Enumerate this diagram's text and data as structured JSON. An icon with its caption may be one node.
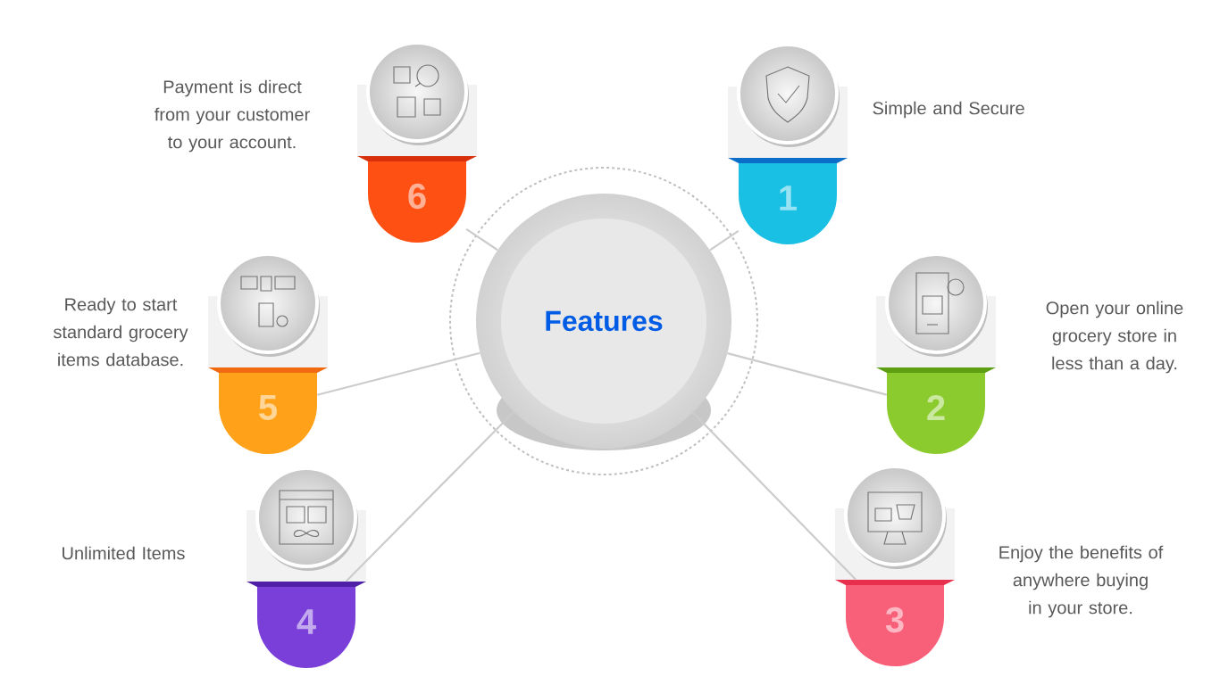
{
  "diagram": {
    "nodes": [
      {
        "text": [
          "Features"
        ]
      },
      {
        "text": [
          "1"
        ],
        "beside": [
          "Simple and Secure"
        ]
      },
      {
        "text": [
          "2"
        ],
        "beside": [
          "Open your online grocery store in less than a day."
        ]
      },
      {
        "text": [
          "3"
        ],
        "beside": [
          "Enjoy the benefits of anywhere buying in your store."
        ]
      },
      {
        "text": [
          "4"
        ],
        "beside": [
          "Unlimited Items"
        ]
      },
      {
        "text": [
          "5"
        ],
        "beside": [
          "Ready to start standard grocery items database."
        ]
      },
      {
        "text": [
          "6"
        ],
        "beside": [
          "Payment is direct from your customer to your account."
        ]
      }
    ],
    "edges": [
      {
        "from": 0,
        "to": 1,
        "arrow": "none"
      },
      {
        "from": 0,
        "to": 2,
        "arrow": "none"
      },
      {
        "from": 0,
        "to": 3,
        "arrow": "none"
      },
      {
        "from": 0,
        "to": 4,
        "arrow": "none"
      },
      {
        "from": 0,
        "to": 5,
        "arrow": "none"
      },
      {
        "from": 0,
        "to": 6,
        "arrow": "none"
      }
    ]
  }
}
